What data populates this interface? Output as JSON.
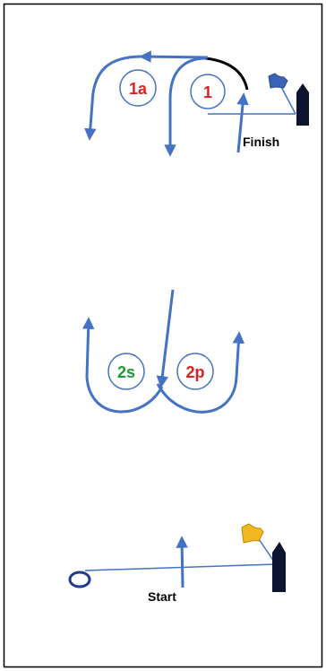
{
  "colors": {
    "course_line": "#4472c4",
    "finish_segment": "#000000",
    "mark_red": "#e02020",
    "mark_green": "#1e9a3a",
    "finish_flag": "#3b63b5",
    "start_flag": "#f2b822",
    "boat": "#0d1430",
    "start_pin": "#1f3b8a",
    "frame": "#000000"
  },
  "icons": {
    "finish_flag": "flag-icon",
    "start_flag": "flag-icon",
    "committee_boat": "boat-icon",
    "pin_end": "buoy-ring-icon"
  },
  "marks": [
    {
      "id": "1a",
      "label": "1a",
      "color": "#e02020"
    },
    {
      "id": "1",
      "label": "1",
      "color": "#e02020"
    },
    {
      "id": "2s",
      "label": "2s",
      "color": "#1e9a3a"
    },
    {
      "id": "2p",
      "label": "2p",
      "color": "#e02020"
    }
  ],
  "labels": {
    "finish": "Finish",
    "start": "Start"
  }
}
